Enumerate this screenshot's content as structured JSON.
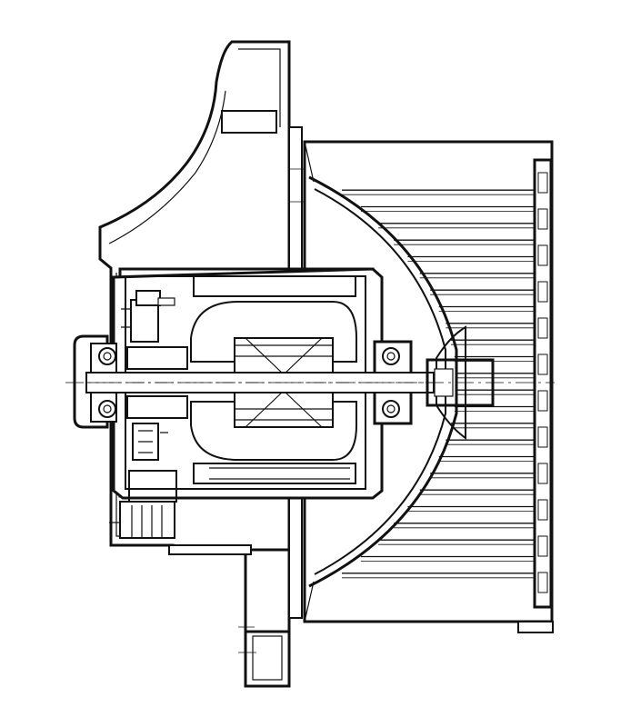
{
  "drawing": {
    "subject": "blower-motor-assembly-cross-section",
    "line_color": "#111111",
    "background": "#ffffff",
    "fan_blade_count": 24,
    "grille_slot_count": 12
  }
}
